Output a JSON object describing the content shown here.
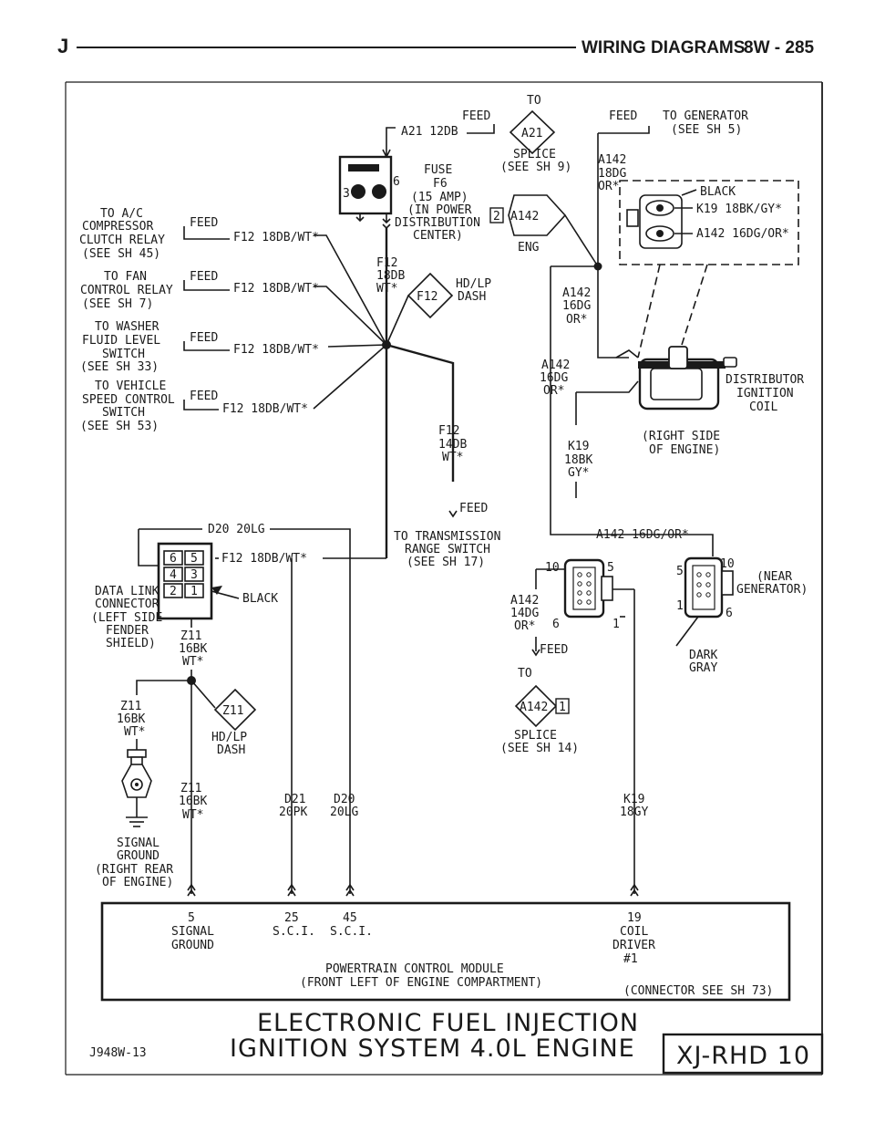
{
  "header": {
    "left": "J",
    "title": "WIRING DIAGRAMS",
    "page": "8W - 285"
  },
  "top_center": {
    "to": "TO",
    "feed": "FEED",
    "a21_wire": "A21 12DB",
    "a21_splice": "A21",
    "splice": "SPLICE",
    "see_sh9": "(SEE SH 9)"
  },
  "fuse": {
    "pin3": "3",
    "pin6": "6",
    "lines": [
      "FUSE",
      "F6",
      "(15 AMP)",
      "(IN POWER",
      "DISTRIBUTION",
      "CENTER)"
    ]
  },
  "generator": {
    "feed": "FEED",
    "to_generator": "TO GENERATOR",
    "see": "(SEE SH 5)",
    "a142_lines": [
      "A142",
      "18DG",
      "OR*"
    ]
  },
  "ground_eng": {
    "a142_label": "A142",
    "num": "2",
    "eng": "ENG"
  },
  "connector_box": {
    "black": "BLACK",
    "k19": "K19 18BK/GY*",
    "a142": "A142 16DG/OR*"
  },
  "left_feeds": [
    {
      "lines": [
        "TO A/C",
        "COMPRESSOR",
        "CLUTCH RELAY",
        "(SEE SH 45)"
      ],
      "feed": "FEED",
      "wire": "F12 18DB/WT*"
    },
    {
      "lines": [
        "TO FAN",
        "CONTROL RELAY",
        "(SEE SH 7)"
      ],
      "feed": "FEED",
      "wire": "F12 18DB/WT*"
    },
    {
      "lines": [
        "TO WASHER",
        "FLUID LEVEL",
        "SWITCH",
        "(SEE SH 33)"
      ],
      "feed": "FEED",
      "wire": "F12 18DB/WT*"
    },
    {
      "lines": [
        "TO VEHICLE",
        "SPEED CONTROL",
        "SWITCH",
        "(SEE SH 53)"
      ],
      "feed": "FEED",
      "wire": "F12 18DB/WT*"
    }
  ],
  "f12_center": {
    "lines": [
      "F12",
      "18DB",
      "WT*"
    ],
    "f12": "F12",
    "hdlp_dash": [
      "HD/LP",
      "DASH"
    ]
  },
  "a142_mid": {
    "lines": [
      "A142",
      "16DG",
      "OR*"
    ]
  },
  "a142_dist": {
    "lines": [
      "A142",
      "16DG",
      "OR*"
    ]
  },
  "distributor": {
    "lines": [
      "DISTRIBUTOR",
      "IGNITION",
      "COIL"
    ],
    "side": [
      "(RIGHT SIDE",
      "OF ENGINE)"
    ]
  },
  "k19_mid": {
    "lines": [
      "K19",
      "18BK",
      "GY*"
    ]
  },
  "f12_trans": {
    "lines": [
      "F12",
      "14DB",
      "WT*"
    ],
    "feed": "FEED",
    "to_trans": [
      "TO TRANSMISSION",
      "RANGE SWITCH",
      "(SEE SH 17)"
    ]
  },
  "data_link": {
    "d20": "D20 20LG",
    "f12": "F12 18DB/WT*",
    "pins": [
      "6",
      "5",
      "4",
      "3",
      "2",
      "1"
    ],
    "black": "BLACK",
    "lines": [
      "DATA LINK",
      "CONNECTOR",
      "(LEFT SIDE",
      "FENDER",
      "SHIELD)"
    ],
    "z11": [
      "Z11",
      "16BK",
      "WT*"
    ]
  },
  "a142_row": {
    "wire": "A142 16DG/OR*",
    "lines": [
      "A142",
      "14DG",
      "OR*"
    ],
    "feed": "FEED",
    "to": "TO",
    "pins_left": [
      "10",
      "5",
      "6",
      "1"
    ],
    "pins_right": [
      "5",
      "10",
      "1",
      "6"
    ],
    "near_gen": [
      "(NEAR",
      "GENERATOR)"
    ],
    "dark_gray": [
      "DARK",
      "GRAY"
    ],
    "splice_label": "A142",
    "splice_num": "1",
    "splice": [
      "SPLICE",
      "(SEE SH 14)"
    ]
  },
  "ground_section": {
    "z11_left": [
      "Z11",
      "16BK",
      "WT*"
    ],
    "z11_splice": "Z11",
    "hdlp": [
      "HD/LP",
      "DASH"
    ],
    "z11_bottom": [
      "Z11",
      "16BK",
      "WT*"
    ],
    "signal_ground": [
      "SIGNAL",
      "GROUND",
      "(RIGHT REAR",
      "OF ENGINE)"
    ]
  },
  "wires_bottom": {
    "d21": [
      "D21",
      "20PK"
    ],
    "d20": [
      "D20",
      "20LG"
    ],
    "k19": [
      "K19",
      "18GY"
    ]
  },
  "pcm": {
    "pins": [
      {
        "num": "5",
        "label": [
          "SIGNAL",
          "GROUND"
        ]
      },
      {
        "num": "25",
        "label": [
          "S.C.I."
        ]
      },
      {
        "num": "45",
        "label": [
          "S.C.I."
        ]
      },
      {
        "num": "19",
        "label": [
          "COIL",
          "DRIVER",
          "#1"
        ]
      }
    ],
    "name": [
      "POWERTRAIN CONTROL MODULE",
      "(FRONT LEFT OF ENGINE COMPARTMENT)"
    ],
    "connector_note": "(CONNECTOR SEE SH 73)"
  },
  "footer": {
    "title1": "ELECTRONIC FUEL INJECTION",
    "title2": "IGNITION SYSTEM 4.0L ENGINE",
    "code": "J948W-13",
    "badge": "XJ-RHD 10"
  }
}
